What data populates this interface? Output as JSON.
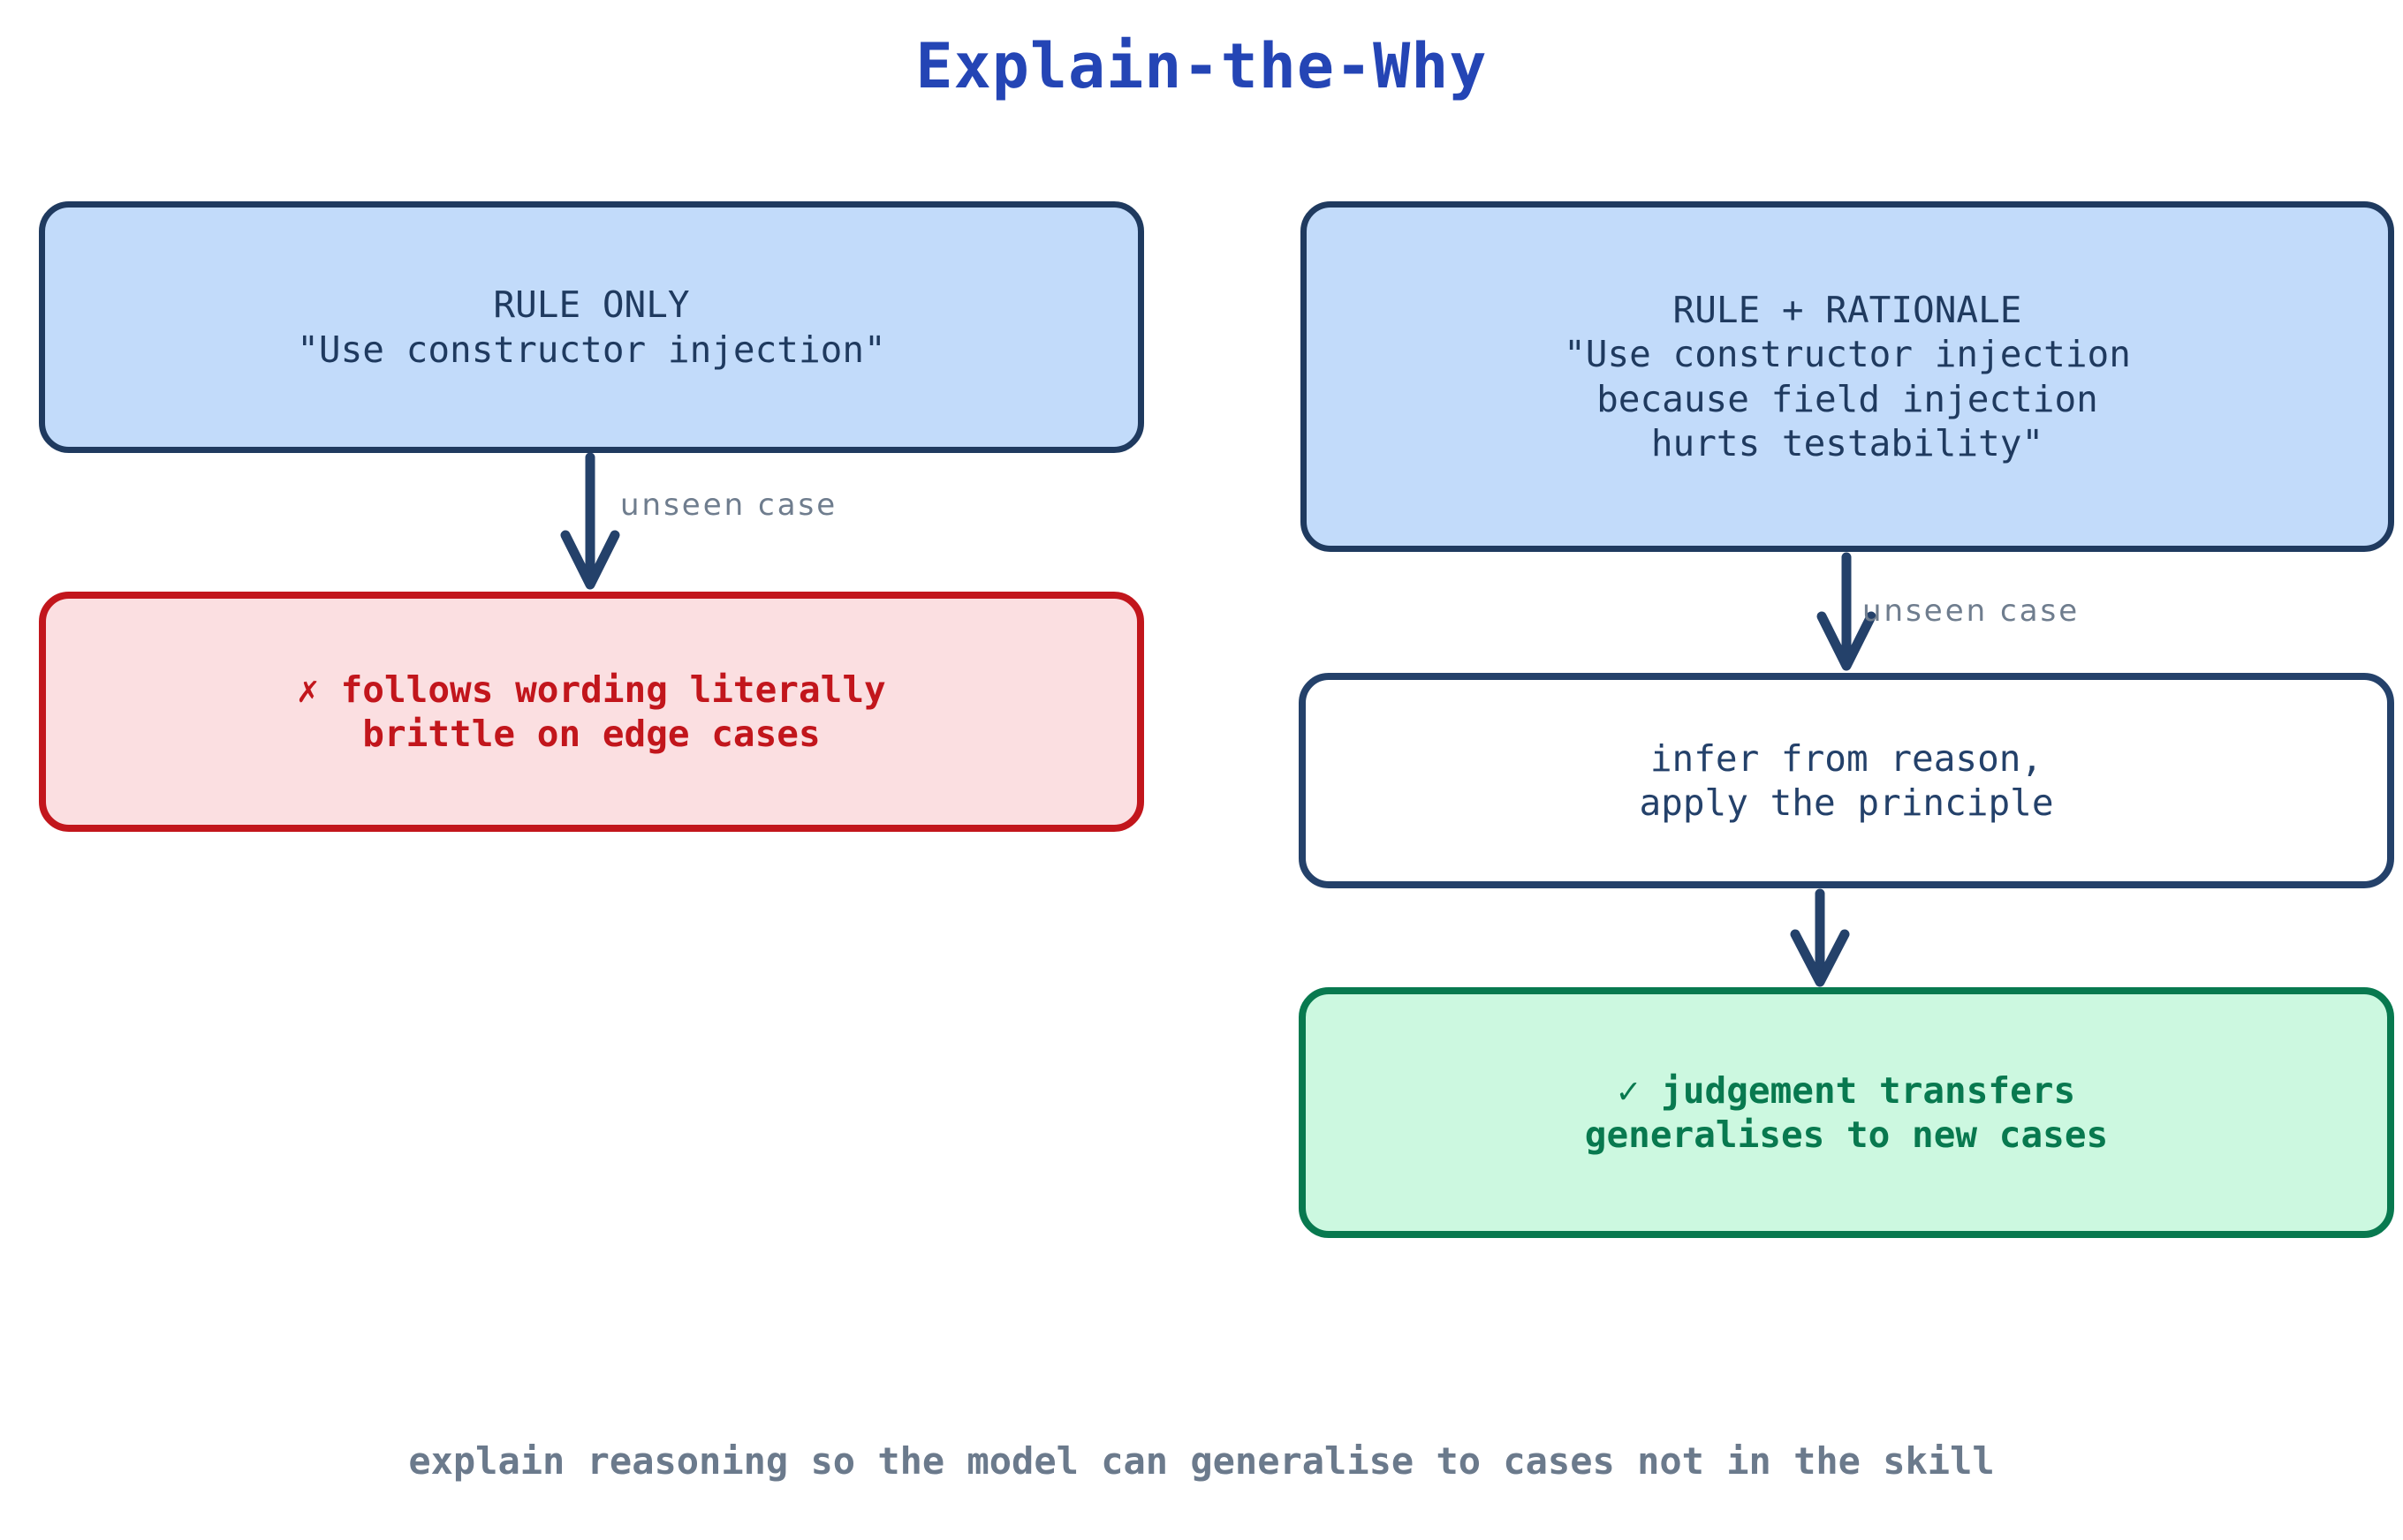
{
  "title": "Explain-the-Why",
  "colors": {
    "title": "#2445b5",
    "blue_fill": "#c2dbfa",
    "blue_border": "#1f3a5f",
    "red_fill": "#fbdfe1",
    "red_border": "#c2161c",
    "plain_fill": "#ffffff",
    "plain_border": "#24416a",
    "green_fill": "#ccf8e0",
    "green_border": "#08794f",
    "arrow": "#24416a",
    "edge_label": "#6f7d8e",
    "caption": "#6b7a8c"
  },
  "nodes": {
    "rule_only": {
      "line1": "RULE ONLY",
      "line2": "\"Use constructor injection\""
    },
    "rule_rationale": {
      "line1": "RULE + RATIONALE",
      "line2": "\"Use constructor injection",
      "line3": "because field injection",
      "line4": "hurts testability\""
    },
    "brittle": {
      "line1": "✗ follows wording literally",
      "line2": "brittle on edge cases"
    },
    "infer": {
      "line1": "infer from reason,",
      "line2": "apply the principle"
    },
    "transfer": {
      "line1": "✓ judgement transfers",
      "line2": "generalises to new cases"
    }
  },
  "edges": {
    "left_unseen": "unseen case",
    "right_unseen": "unseen case"
  },
  "caption": "explain reasoning so the model can generalise to cases not in the skill"
}
